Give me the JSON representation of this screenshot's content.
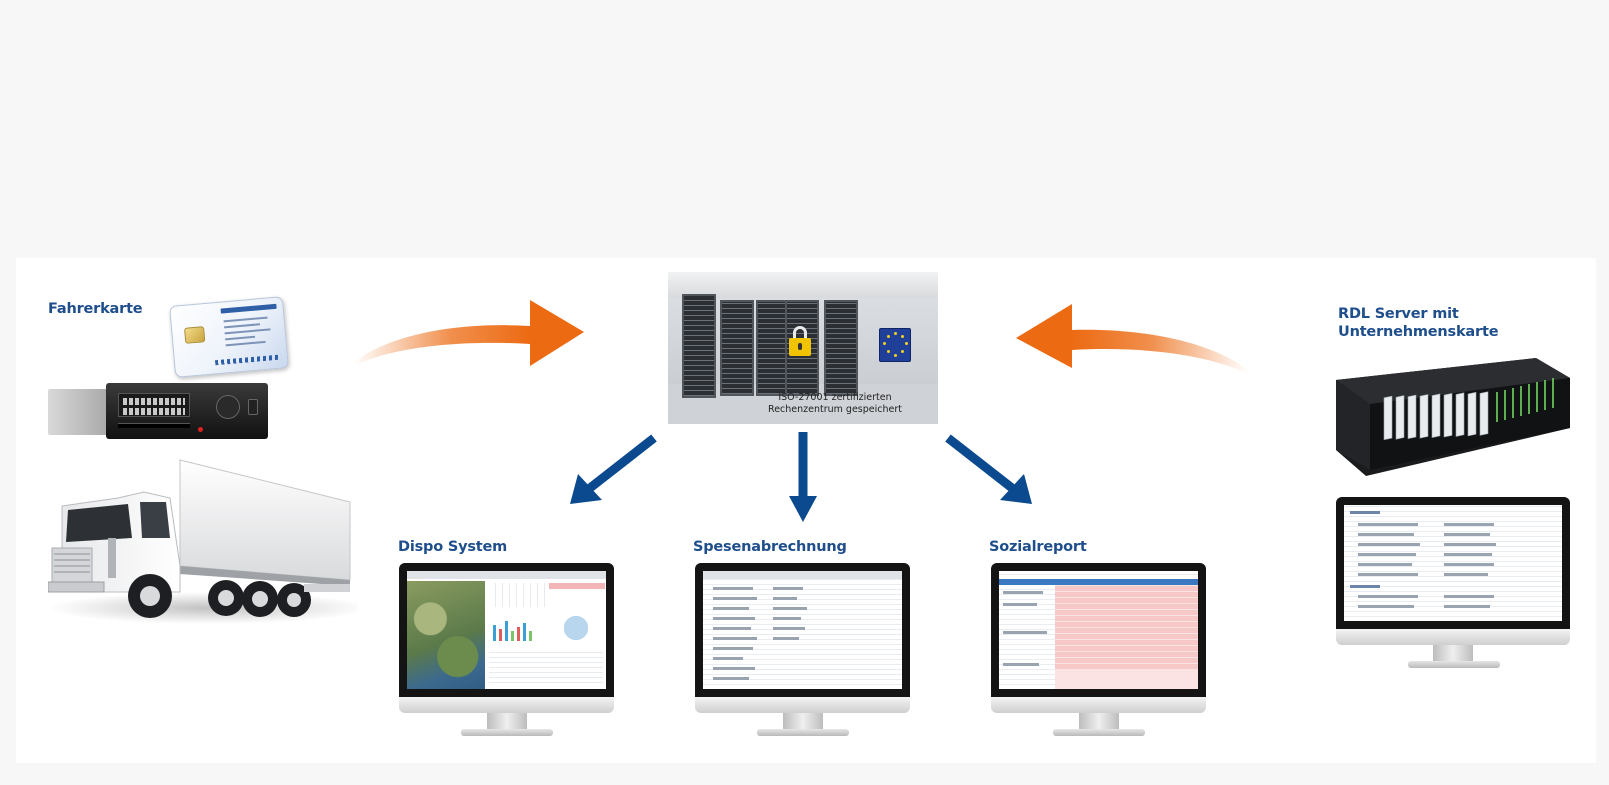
{
  "labels": {
    "fahrerkarte": "Fahrerkarte",
    "rdl_line1": "RDL Server mit",
    "rdl_line2": "Unternehmenskarte",
    "dispo": "Dispo System",
    "spesen": "Spesenabrechnung",
    "sozial": "Sozialreport"
  },
  "datacenter": {
    "caption_line1": "ISO-27001 zertifizierten",
    "caption_line2": "Rechenzentrum gespeichert"
  },
  "colors": {
    "label_blue": "#1f4e8c",
    "arrow_orange": "#ec6a12",
    "arrow_blue": "#0b4a8f"
  },
  "icons": {
    "driver_card": "driver-card-icon",
    "tachograph": "tachograph-icon",
    "truck": "truck-icon",
    "datacenter": "server-room-icon",
    "rdl_server": "rack-server-icon"
  }
}
